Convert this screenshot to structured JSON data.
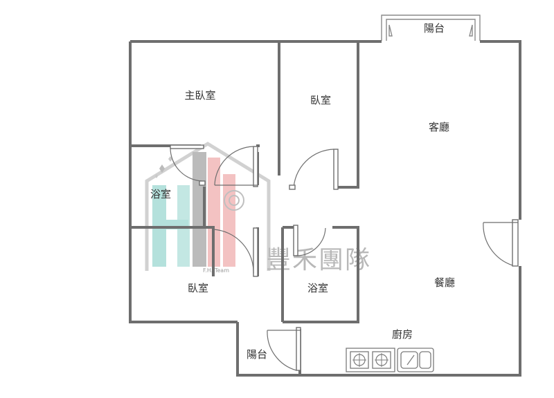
{
  "rooms": {
    "balcony_top": "陽台",
    "master_bedroom": "主臥室",
    "bedroom_middle": "臥室",
    "living_room": "客廳",
    "bathroom_left": "浴室",
    "bedroom_lower": "臥室",
    "bathroom_lower": "浴室",
    "dining_room": "餐廳",
    "kitchen": "廚房",
    "balcony_bottom": "陽台"
  },
  "watermark": {
    "name": "豐禾團隊",
    "subtitle": "F.H. Team",
    "colors": {
      "pink": "#f2b8b8",
      "teal": "#a8dcd6",
      "gray": "#9e9e9e"
    }
  },
  "colors": {
    "wall": "#6e6e6e",
    "label": "#333333"
  }
}
